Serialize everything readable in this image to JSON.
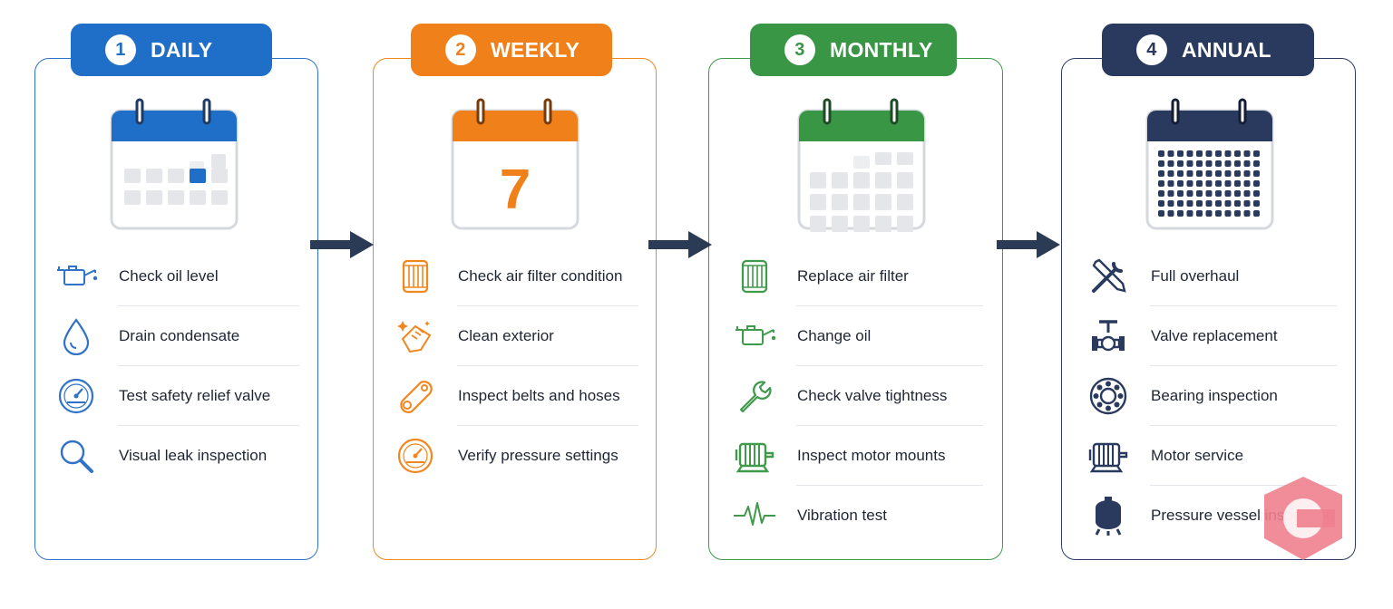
{
  "sections": [
    {
      "number": "1",
      "title": "DAILY",
      "color": "#1f6fc8",
      "items": [
        {
          "label": "Check oil level",
          "icon": "oil-can-icon"
        },
        {
          "label": "Drain condensate",
          "icon": "water-drop-icon"
        },
        {
          "label": "Test safety relief valve",
          "icon": "gauge-icon"
        },
        {
          "label": "Visual leak inspection",
          "icon": "magnifier-icon"
        }
      ]
    },
    {
      "number": "2",
      "title": "WEEKLY",
      "color": "#f0801a",
      "calendar_day": "7",
      "items": [
        {
          "label": "Check air filter condition",
          "icon": "air-filter-icon"
        },
        {
          "label": "Clean exterior",
          "icon": "cleaning-hand-icon"
        },
        {
          "label": "Inspect belts and hoses",
          "icon": "belt-icon"
        },
        {
          "label": "Verify pressure settings",
          "icon": "gauge-icon"
        }
      ]
    },
    {
      "number": "3",
      "title": "MONTHLY",
      "color": "#399645",
      "items": [
        {
          "label": "Replace air filter",
          "icon": "air-filter-icon"
        },
        {
          "label": "Change oil",
          "icon": "oil-can-icon"
        },
        {
          "label": "Check valve tightness",
          "icon": "wrench-icon"
        },
        {
          "label": "Inspect motor mounts",
          "icon": "motor-icon"
        },
        {
          "label": "Vibration test",
          "icon": "vibration-wave-icon"
        }
      ]
    },
    {
      "number": "4",
      "title": "ANNUAL",
      "color": "#2a3a5e",
      "items": [
        {
          "label": "Full overhaul",
          "icon": "tools-icon"
        },
        {
          "label": "Valve replacement",
          "icon": "valve-icon"
        },
        {
          "label": "Bearing inspection",
          "icon": "bearing-icon"
        },
        {
          "label": "Motor service",
          "icon": "motor-icon"
        },
        {
          "label": "Pressure vessel inspection",
          "icon": "pressure-vessel-icon"
        }
      ]
    }
  ]
}
